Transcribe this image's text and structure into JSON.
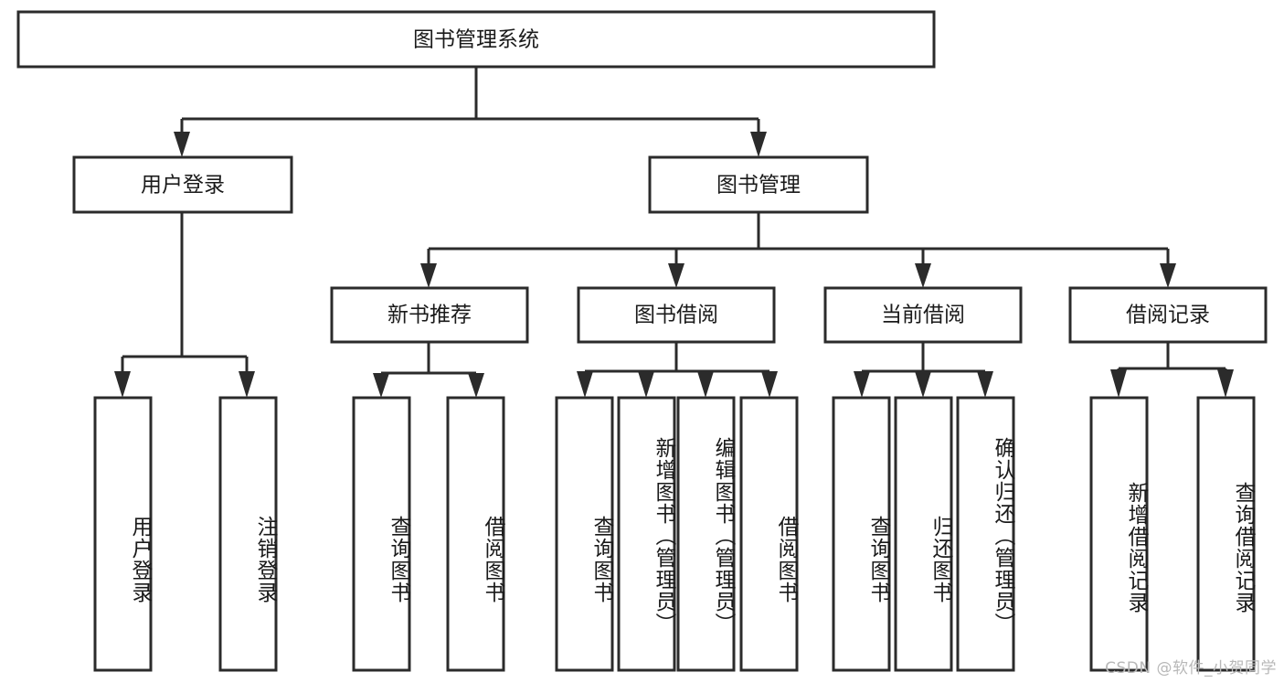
{
  "diagram": {
    "title_node": {
      "label": "图书管理系统"
    },
    "level2": [
      {
        "id": "user-login",
        "label": "用户登录"
      },
      {
        "id": "book-management",
        "label": "图书管理"
      }
    ],
    "level3": [
      {
        "id": "new-book-recommend",
        "label": "新书推荐"
      },
      {
        "id": "book-borrow",
        "label": "图书借阅"
      },
      {
        "id": "current-borrow",
        "label": "当前借阅"
      },
      {
        "id": "borrow-record",
        "label": "借阅记录"
      }
    ],
    "leaves": {
      "user_login": [
        {
          "id": "leaf-user-login",
          "label": "用户登录"
        },
        {
          "id": "leaf-logout-login",
          "label": "注销登录"
        }
      ],
      "new_book_recommend": [
        {
          "id": "leaf-query-book-1",
          "label": "查询图书"
        },
        {
          "id": "leaf-borrow-book-1",
          "label": "借阅图书"
        }
      ],
      "book_borrow": [
        {
          "id": "leaf-query-book-2",
          "label": "查询图书"
        },
        {
          "id": "leaf-add-book-admin",
          "label": "新增图书（管理员）"
        },
        {
          "id": "leaf-edit-book-admin",
          "label": "编辑图书（管理员）"
        },
        {
          "id": "leaf-borrow-book-2",
          "label": "借阅图书"
        }
      ],
      "current_borrow": [
        {
          "id": "leaf-query-book-3",
          "label": "查询图书"
        },
        {
          "id": "leaf-return-book",
          "label": "归还图书"
        },
        {
          "id": "leaf-confirm-return-admin",
          "label": "确认归还（管理员）"
        }
      ],
      "borrow_record": [
        {
          "id": "leaf-add-borrow-record",
          "label": "新增借阅记录"
        },
        {
          "id": "leaf-query-borrow-record",
          "label": "查询借阅记录"
        }
      ]
    },
    "watermark": "CSDN @软件_小贺同学",
    "colors": {
      "stroke": "#2b2b2b",
      "fill": "#ffffff",
      "text": "#1a1a1a",
      "watermark": "#b8b8b8"
    }
  }
}
